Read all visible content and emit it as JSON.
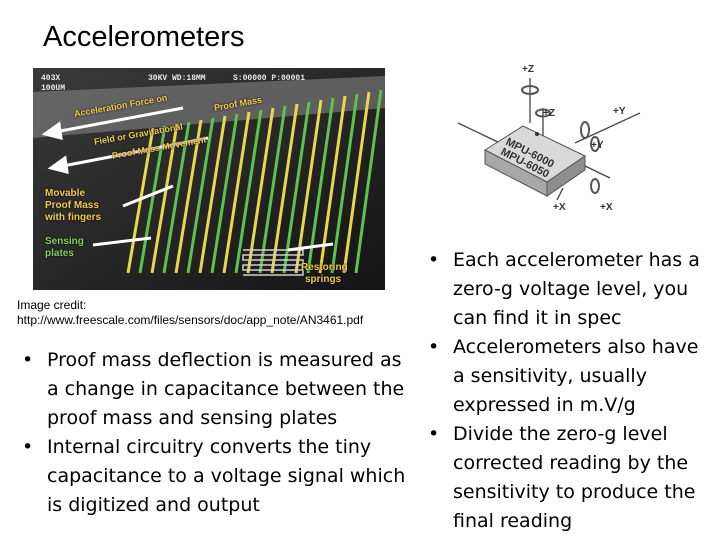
{
  "slide": {
    "title": "Accelerometers"
  },
  "sem_image": {
    "readout": {
      "mag": "403X",
      "kv": "30KV WD:18MM",
      "s": "S:00000 P:00001",
      "scale": "100UM"
    },
    "arrow_text_1": "Acceleration Force on",
    "arrow_text_2": "Proof Mass",
    "arrow_text_3": "Field or Gravitational",
    "arrow_text_4": "Proof Mass Movement",
    "labels": {
      "movable": "Movable",
      "proof_mass": "Proof Mass",
      "with_fingers": "with fingers",
      "sensing": "Sensing",
      "plates": "plates",
      "restoring": "Restoring",
      "springs": "springs"
    }
  },
  "image_credit": {
    "line1": "Image credit:",
    "line2": "http://www.freescale.com/files/sensors/doc/app_note/AN3461.pdf"
  },
  "chip_diagram": {
    "axis_z_outer": "+Z",
    "axis_z_inner": "+Z",
    "axis_y_outer": "+Y",
    "axis_y_inner": "+Y",
    "axis_x_inner": "+X",
    "axis_x_outer": "+X",
    "chip_label_1": "MPU-6000",
    "chip_label_2": "MPU-6050"
  },
  "left_bullets": [
    "Proof mass deflection is measured as a change in capacitance between the proof mass and sensing plates",
    "Internal circuitry converts the tiny capacitance to a voltage signal which is  digitized and output"
  ],
  "right_bullets": [
    "Each accelerometer has a zero-g voltage level, you can find it in spec",
    "Accelerometers also have a sensitivity, usually expressed in m.V/g",
    "Divide the zero-g level corrected reading by the sensitivity to produce the final reading"
  ]
}
